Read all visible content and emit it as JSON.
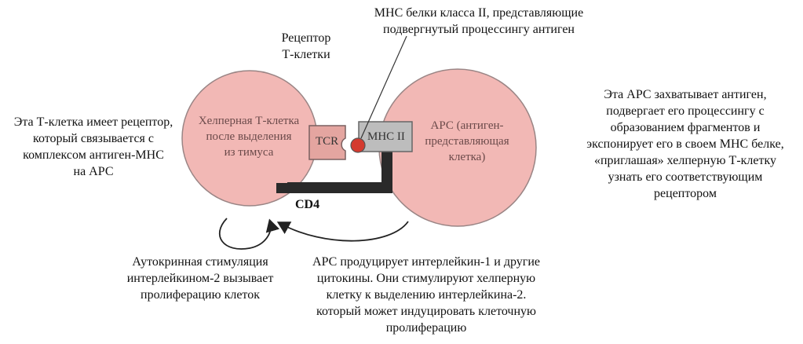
{
  "labels": {
    "mhc_top": [
      "МНС белки класса II, представляющие",
      "подвергнутый процессингу антиген"
    ],
    "receptor": [
      "Рецептор",
      "Т-клетки"
    ],
    "left_desc": [
      "Эта Т-клетка имеет рецептор,",
      "который связывается с",
      "комплексом антиген-МНС",
      "на АРС"
    ],
    "right_desc": [
      "Эта АРС захватывает антиген,",
      "подвергает его процессингу с",
      "образованием фрагментов и",
      "экспонирует его в своем МНС белке,",
      "«приглашая» хелперную Т-клетку",
      "узнать его соответствующим",
      "рецептором"
    ],
    "helper_cell": [
      "Хелперная Т-клетка",
      "после выделения",
      "из тимуса"
    ],
    "apc_cell": [
      "АРС (антиген-",
      "представляющая",
      "клетка)"
    ],
    "tcr": "TCR",
    "mhc_box": "МНС II",
    "cd4": "CD4",
    "autocrine": [
      "Аутокринная стимуляция",
      "интерлейкином-2 вызывает",
      "пролиферацию клеток"
    ],
    "apc_produces": [
      "АРС продуцирует интерлейкин-1 и другие",
      "цитокины. Они стимулируют хелперную",
      "клетку к выделению интерлейкина-2.",
      "который может индуцировать клеточную",
      "пролиферацию"
    ]
  },
  "colors": {
    "cell_fill": "#f2b8b5",
    "cell_stroke": "#9a8585",
    "tcr_fill": "#e4a5a0",
    "mhc_fill": "#bdbdbd",
    "antigen": "#d43a2f",
    "cd4_bar": "#2a2a2a"
  }
}
